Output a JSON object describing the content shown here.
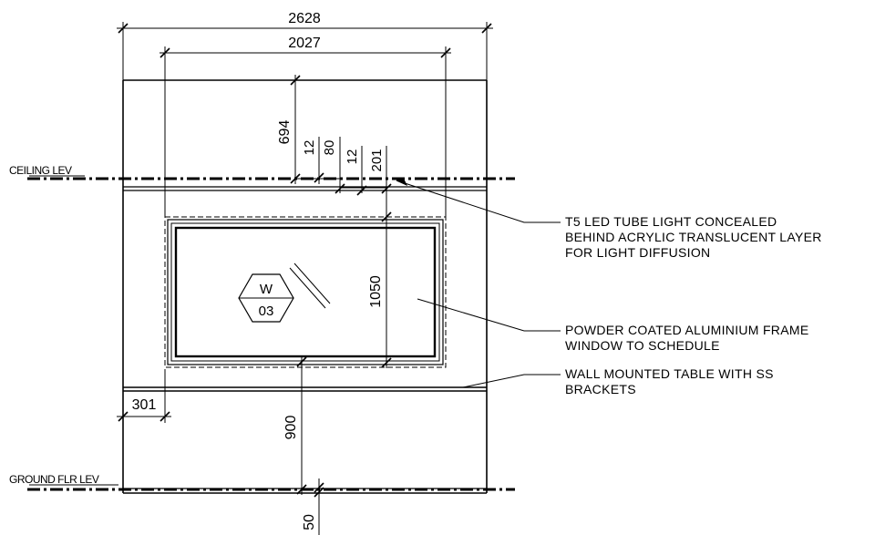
{
  "dimensions": {
    "overall_width": "2628",
    "window_width": "2027",
    "top_to_light": "694",
    "gap_a": "12",
    "acrylic": "80",
    "gap_b": "12",
    "light_to_window": "201",
    "window_height": "1050",
    "side_offset": "301",
    "sill_height": "900",
    "floor_finish": "50"
  },
  "levels": {
    "ceiling": "CEILING LEV",
    "ground": "GROUND FLR LEV"
  },
  "window_tag": {
    "type": "W",
    "number": "03"
  },
  "notes": {
    "light": [
      "T5 LED TUBE LIGHT CONCEALED",
      "BEHIND ACRYLIC TRANSLUCENT LAYER",
      "FOR LIGHT DIFFUSION"
    ],
    "window": [
      "POWDER COATED ALUMINIUM FRAME",
      "WINDOW TO SCHEDULE"
    ],
    "table": [
      "WALL MOUNTED TABLE WITH SS",
      "BRACKETS"
    ]
  },
  "colors": {
    "line": "#000000",
    "background": "#ffffff"
  }
}
